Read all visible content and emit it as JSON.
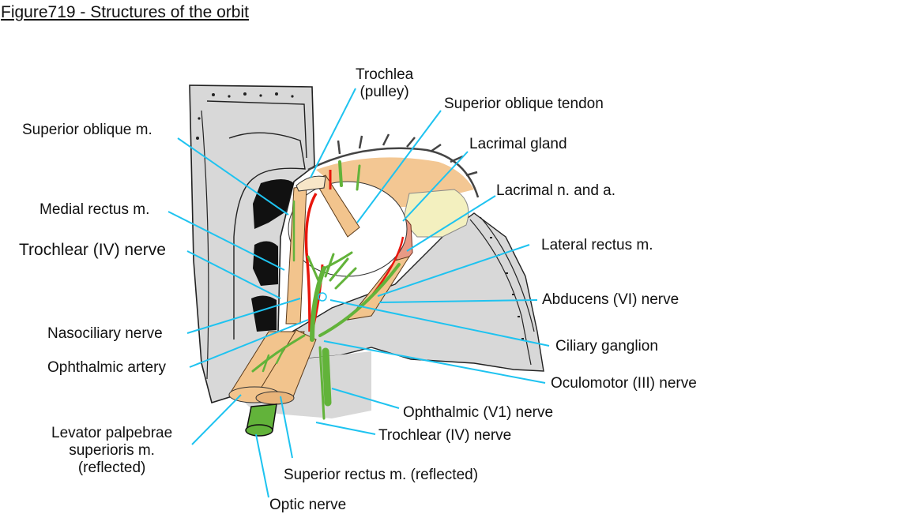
{
  "figure": {
    "title": "Figure719 - Structures of the orbit",
    "leader_color": "#1ec3f0",
    "colors": {
      "bone": "#d8d8d8",
      "muscle": "#f2c48d",
      "nerve": "#62b33a",
      "artery": "#e8160c",
      "lacrimal_gland": "#f3f0bf",
      "lacrimal_vessels": "#e89a85",
      "cartilage": "#f7e6c8"
    }
  },
  "labels": {
    "trochlea": [
      "Trochlea",
      "(pulley)"
    ],
    "superior_oblique_tendon": "Superior oblique tendon",
    "lacrimal_gland": "Lacrimal gland",
    "lacrimal_n_a": "Lacrimal n. and a.",
    "lateral_rectus": "Lateral rectus m.",
    "abducens": "Abducens (VI) nerve",
    "ciliary_ganglion": "Ciliary ganglion",
    "oculomotor": "Oculomotor (III) nerve",
    "ophthalmic_v1": "Ophthalmic (V1) nerve",
    "trochlear_lower": "Trochlear (IV) nerve",
    "superior_rectus": "Superior rectus m. (reflected)",
    "optic_nerve": "Optic nerve",
    "superior_oblique": "Superior oblique m.",
    "medial_rectus": "Medial rectus m.",
    "trochlear_upper": "Trochlear (IV) nerve",
    "nasociliary": "Nasociliary nerve",
    "ophthalmic_artery": "Ophthalmic artery",
    "levator": [
      "Levator palpebrae",
      "superioris m.",
      "(reflected)"
    ]
  }
}
